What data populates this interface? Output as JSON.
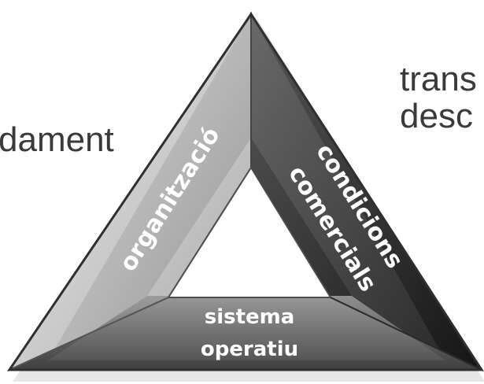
{
  "outside_text": {
    "left": "dament",
    "right_line1": "trans",
    "right_line2": "desc"
  },
  "labels": {
    "left_side": "organització",
    "right_side_line1": "condicions",
    "right_side_line2": "comercials",
    "bottom_line1": "sistema",
    "bottom_line2": "operatiu"
  }
}
